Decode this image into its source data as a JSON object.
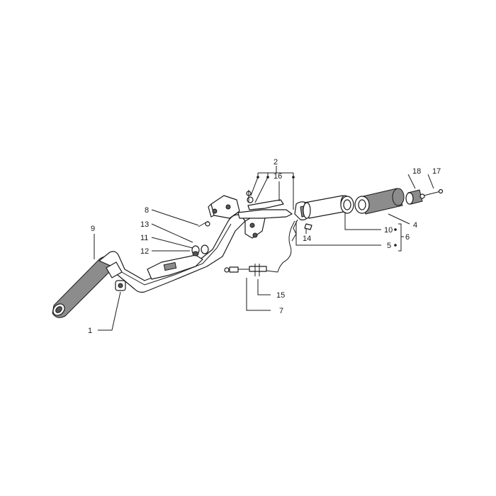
{
  "callouts": [
    {
      "id": "c1",
      "text": "1"
    },
    {
      "id": "c2",
      "text": "2"
    },
    {
      "id": "c4",
      "text": "4"
    },
    {
      "id": "c5",
      "text": "5"
    },
    {
      "id": "c6",
      "text": "6"
    },
    {
      "id": "c7",
      "text": "7"
    },
    {
      "id": "c8",
      "text": "8"
    },
    {
      "id": "c9",
      "text": "9"
    },
    {
      "id": "c10",
      "text": "10"
    },
    {
      "id": "c11",
      "text": "11"
    },
    {
      "id": "c12",
      "text": "12"
    },
    {
      "id": "c13",
      "text": "13"
    },
    {
      "id": "c14",
      "text": "14"
    },
    {
      "id": "c15",
      "text": "15"
    },
    {
      "id": "c16",
      "text": "16"
    },
    {
      "id": "c17",
      "text": "17"
    },
    {
      "id": "c18",
      "text": "18"
    }
  ],
  "colors": {
    "ink": "#1a1a1a",
    "shade": "#8c8c8c",
    "background": "#ffffff"
  }
}
